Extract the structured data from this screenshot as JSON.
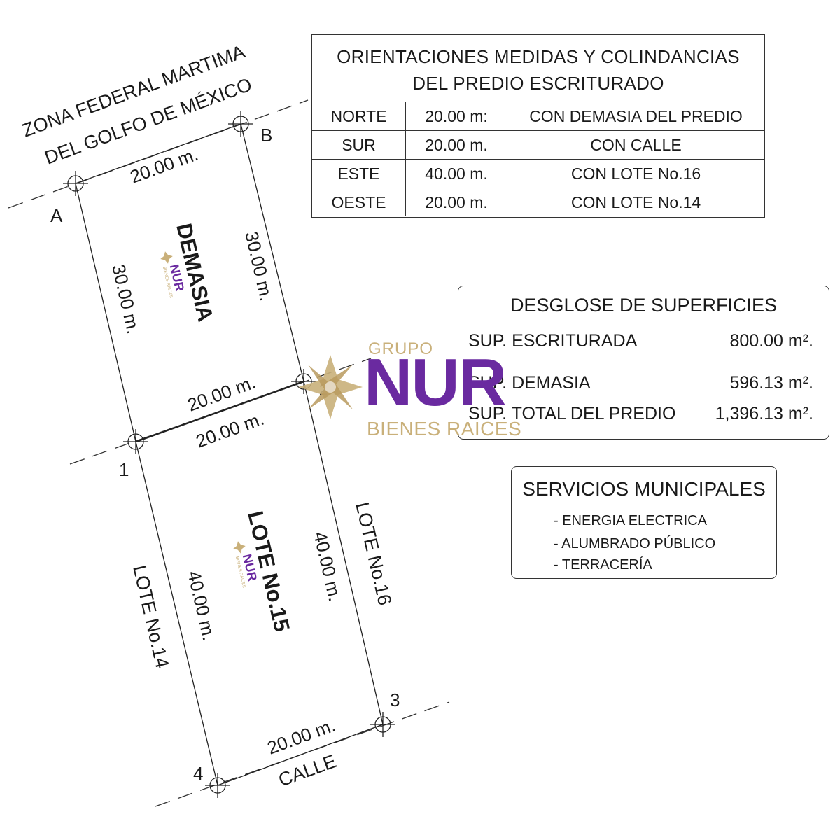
{
  "plan": {
    "zona_line1": "ZONA FEDERAL MARTIMA",
    "zona_line2": "DEL GOLFO DE MÉXICO",
    "corner_a": "A",
    "corner_b": "B",
    "corner_1": "1",
    "corner_2": "2",
    "corner_3": "3",
    "corner_4": "4",
    "dim_top": "20.00 m.",
    "dim_left_upper": "30.00 m.",
    "dim_right_upper": "30.00 m.",
    "dim_mid_upper": "20.00 m.",
    "dim_mid_lower": "20.00 m.",
    "dim_left_lower": "40.00 m.",
    "dim_right_lower": "40.00 m.",
    "dim_bottom": "20.00 m.",
    "demasia_label": "DEMASIA",
    "lote15_label": "LOTE No.15",
    "lote14_label": "LOTE No.14",
    "lote16_label": "LOTE No.16",
    "calle_label": "CALLE",
    "mini_logo_nur": "NUR",
    "mini_logo_sub": "BIENES RAICES"
  },
  "orientaciones": {
    "title_line1": "ORIENTACIONES MEDIDAS Y COLINDANCIAS",
    "title_line2": "DEL PREDIO ESCRITURADO",
    "rows": [
      {
        "dir": "NORTE",
        "medida": "20.00 m:",
        "colindancia": "CON DEMASIA DEL PREDIO"
      },
      {
        "dir": "SUR",
        "medida": "20.00 m.",
        "colindancia": "CON CALLE"
      },
      {
        "dir": "ESTE",
        "medida": "40.00 m.",
        "colindancia": "CON LOTE No.16"
      },
      {
        "dir": "OESTE",
        "medida": "20.00 m.",
        "colindancia": "CON LOTE No.14"
      }
    ]
  },
  "desglose": {
    "title": "DESGLOSE DE SUPERFICIES",
    "rows": [
      {
        "label": "SUP. ESCRITURADA",
        "value": "800.00 m²."
      },
      {
        "label": "SUP. DEMASIA",
        "value": "596.13 m²."
      },
      {
        "label": "SUP. TOTAL DEL PREDIO",
        "value": "1,396.13 m²."
      }
    ]
  },
  "servicios": {
    "title": "SERVICIOS MUNICIPALES",
    "items": [
      "- ENERGIA ELECTRICA",
      "- ALUMBRADO PÚBLICO",
      "- TERRACERÍA"
    ]
  },
  "watermark": {
    "grupo": "GRUPO",
    "nur": "NUR",
    "bienes": "BIENES RAICES",
    "brand_purple": "#6a2aa0",
    "brand_gold": "#c9b07a"
  }
}
